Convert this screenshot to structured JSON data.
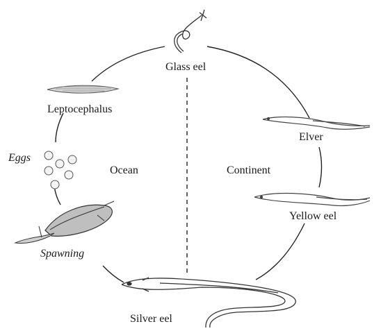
{
  "labels": {
    "glass_eel": "Glass eel",
    "leptocephalus": "Leptocephalus",
    "eggs": "Eggs",
    "ocean": "Ocean",
    "continent": "Continent",
    "elver": "Elver",
    "yellow_eel": "Yellow eel",
    "spawning": "Spawning",
    "silver_eel": "Silver eel"
  },
  "stages": [
    "Glass eel",
    "Elver",
    "Yellow eel",
    "Silver eel",
    "Spawning",
    "Eggs",
    "Leptocephalus"
  ],
  "regions": [
    "Ocean",
    "Continent"
  ]
}
